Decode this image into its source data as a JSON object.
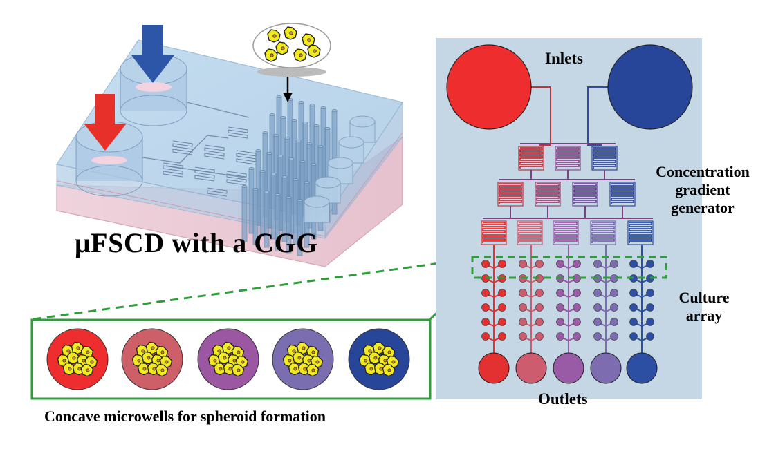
{
  "device": {
    "title": "μFSCD with a CGG"
  },
  "chip": {
    "labels": {
      "inlets": "Inlets",
      "cgg": "Concentration gradient generator",
      "culture": "Culture array",
      "outlets": "Outlets"
    },
    "inlet_colors": [
      "#ee2e2e",
      "#27469a"
    ],
    "gradient_colors": [
      "#e33030",
      "#cc5c6e",
      "#9a5ba6",
      "#7d6cb0",
      "#2c4fa3"
    ]
  },
  "microwells": {
    "caption": "Concave microwells for spheroid formation",
    "colors": [
      "#ee2e2e",
      "#cd5f69",
      "#9b57a2",
      "#7a6db0",
      "#27469a"
    ],
    "cell_color": "#f2ea1c"
  },
  "colors": {
    "panel_bg": "#c5d6e4",
    "dash_green": "#2e9e3a",
    "arrow_red": "#e8302a",
    "arrow_blue": "#2d56a8"
  }
}
